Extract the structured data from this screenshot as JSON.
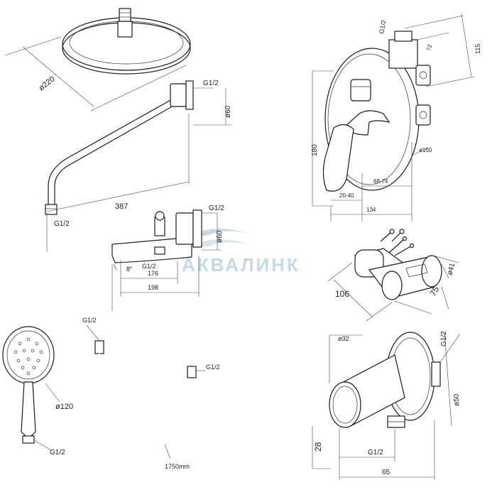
{
  "labels": {
    "head_dia": "ø220",
    "arm_thread": "G1/2",
    "arm_h": "ø60",
    "arm_len": "387",
    "arm_end_thread": "G1/2",
    "spout_thread": "G1/2",
    "spout_h": "ø60",
    "spout_angle": "8°",
    "spout_g": "G1/2",
    "spout_176": "176",
    "spout_198": "198",
    "mixer_g12": "G1/2",
    "mixer_dia": "ø150",
    "mixer_h": "180",
    "mixer_115": "115",
    "mixer_72": "72",
    "mixer_2040": "20-40",
    "mixer_68": "68-74",
    "mixer_134": "134",
    "holder_106": "106",
    "holder_75": "75",
    "holder_dia": "ø41",
    "hand_dia": "ø120",
    "hand_thread": "G1/2",
    "hose_g_top": "G1/2",
    "hose_g_right": "G1/2",
    "hose_len": "1750mm",
    "outlet_32": "ø32",
    "outlet_g_top": "G1/2",
    "outlet_50": "ø50",
    "outlet_28": "28",
    "outlet_g_bottom": "G1/2",
    "outlet_65": "65"
  },
  "watermark": "АКВАЛИНК",
  "colors": {
    "line": "#1a1a1a",
    "watermark": "#b9d3e4"
  }
}
